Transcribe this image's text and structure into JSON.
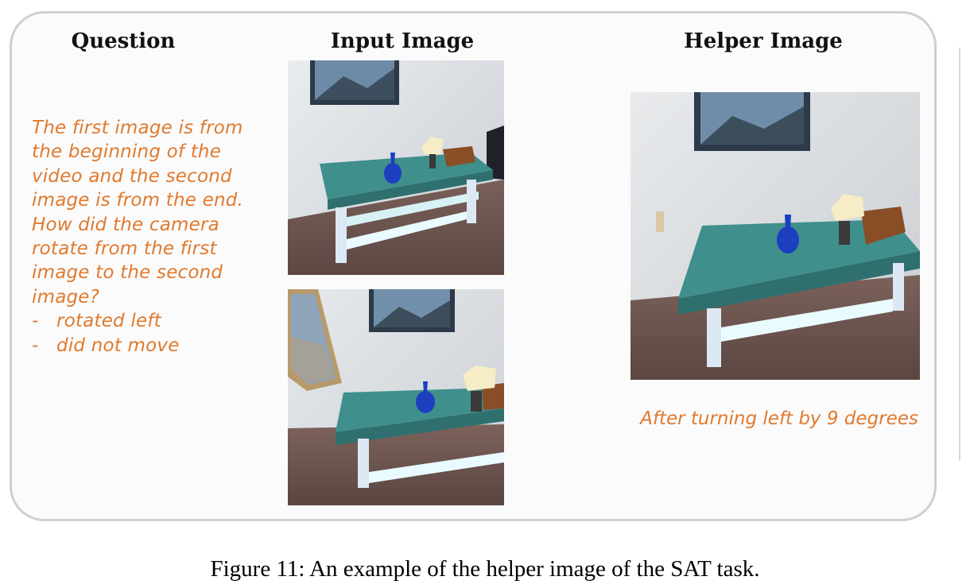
{
  "headings": {
    "question": "Question",
    "input_image": "Input Image",
    "helper_image": "Helper Image"
  },
  "question": {
    "text": "The first image is from the beginning of the video and the second image is from the end. How did the camera rotate from the first image to the second image?",
    "options": [
      "-   rotated left",
      "-   did not move"
    ]
  },
  "helper_caption": "After turning left by 9 degrees",
  "figure_caption": "Figure 11: An example of the helper image of the SAT task."
}
